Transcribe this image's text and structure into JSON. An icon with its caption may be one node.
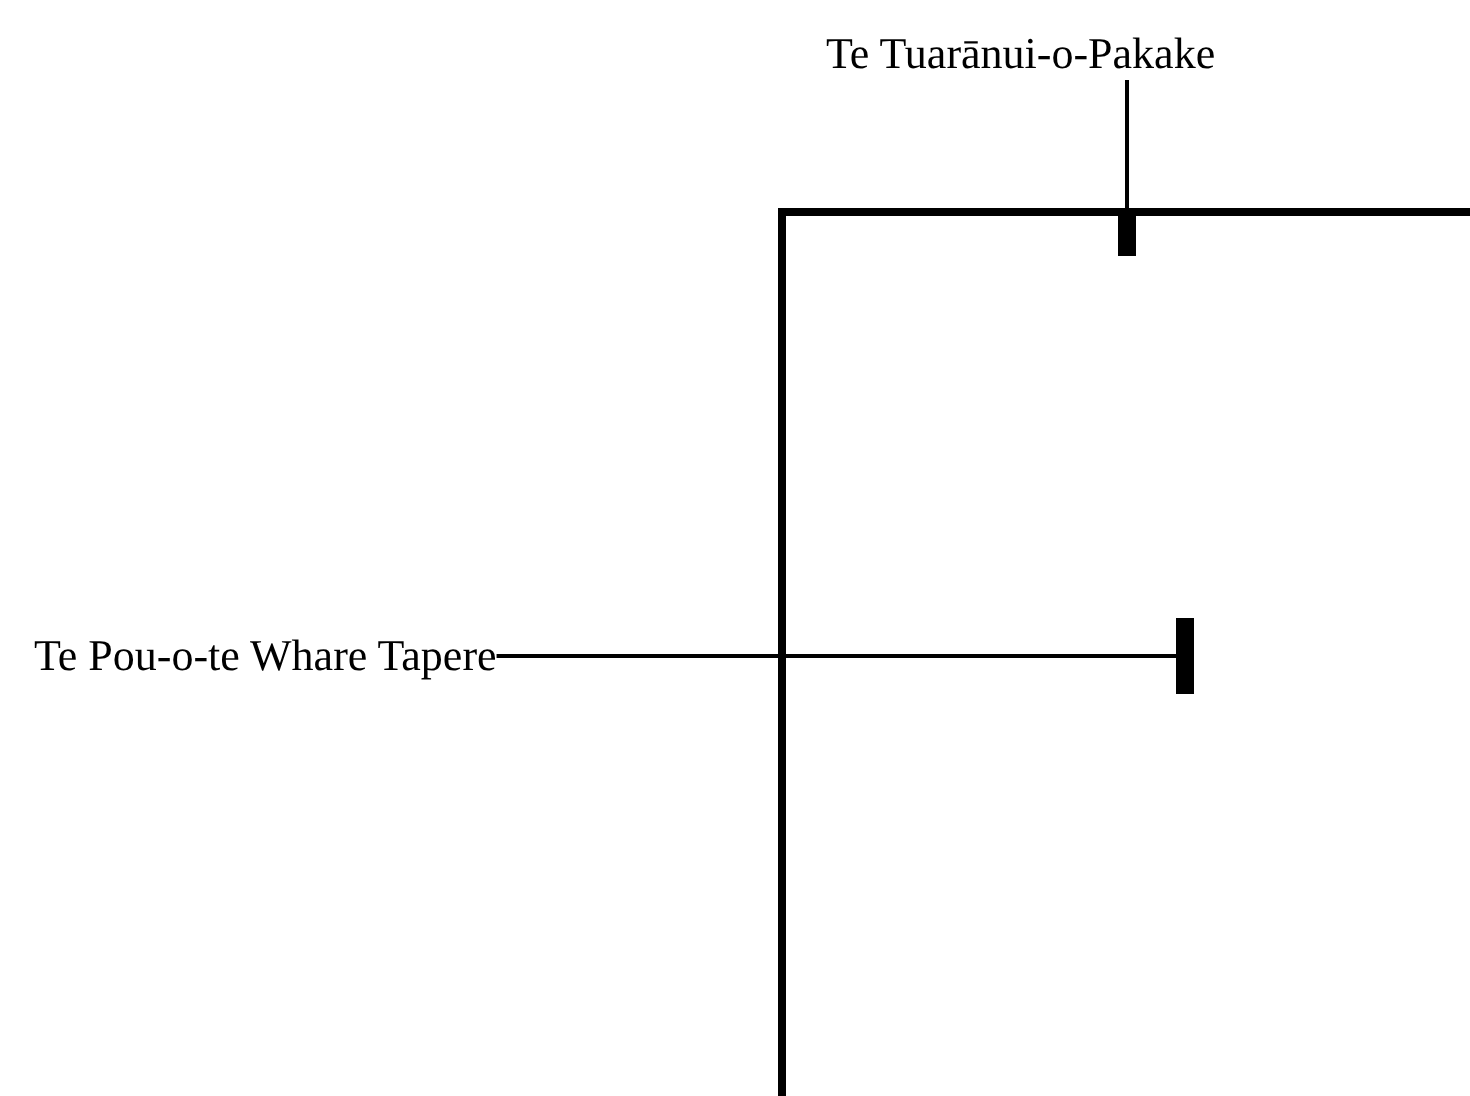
{
  "diagram": {
    "nodes": [
      {
        "text": [
          "Te Tuarānui-o-Pakake"
        ]
      },
      {
        "text": [],
        "shape": "bar"
      },
      {
        "text": [
          "Te Pou-o-te Whare Tapere"
        ]
      },
      {
        "text": [],
        "shape": "bar"
      }
    ],
    "edges": [
      {
        "from": 0,
        "to": 1,
        "arrow": "none"
      },
      {
        "from": 2,
        "to": 3,
        "arrow": "none"
      }
    ]
  }
}
